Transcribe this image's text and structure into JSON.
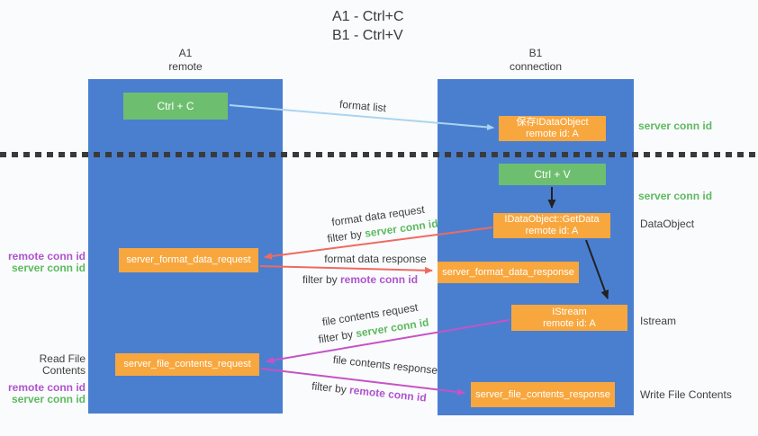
{
  "title": {
    "line1": "A1 - Ctrl+C",
    "line2": "B1 - Ctrl+V"
  },
  "columns": {
    "left": {
      "name": "A1",
      "role": "remote"
    },
    "right": {
      "name": "B1",
      "role": "connection"
    }
  },
  "boxes": {
    "ctrl_c": {
      "label": "Ctrl + C"
    },
    "save_dataobject": {
      "line1": "保存IDataObject",
      "line2": "remote id: A"
    },
    "ctrl_v": {
      "label": "Ctrl + V"
    },
    "getdata": {
      "line1": "IDataObject::GetData",
      "line2": "remote id: A"
    },
    "format_request": {
      "label": "server_format_data_request"
    },
    "format_response": {
      "label": "server_format_data_response"
    },
    "istream": {
      "line1": "IStream",
      "line2": "remote id: A"
    },
    "file_request": {
      "label": "server_file_contents_request"
    },
    "file_response": {
      "label": "server_file_contents_response"
    }
  },
  "labels": {
    "server_conn_id": "server conn id",
    "remote_conn_id": "remote conn id",
    "dataobject": "DataObject",
    "istream": "Istream",
    "write_file_contents": "Write File Contents",
    "read_file_contents": "Read File Contents",
    "filter_by": "filter by"
  },
  "arrows": {
    "format_list": "format list",
    "format_data_request": "format data request",
    "format_data_response": "format data response",
    "file_contents_request": "file contents request",
    "file_contents_response": "file contents response"
  },
  "colors": {
    "column_blue": "#4a7fd0",
    "box_green": "#6dbf6f",
    "box_orange": "#f8a73e",
    "arrow_red": "#ef6a5f",
    "arrow_magenta": "#c553c5",
    "arrow_lightblue": "#abd4f0",
    "arrow_black": "#222222",
    "text_green": "#5cba5e",
    "text_purple": "#ae54cc",
    "text_dark": "#3c3c3c"
  }
}
